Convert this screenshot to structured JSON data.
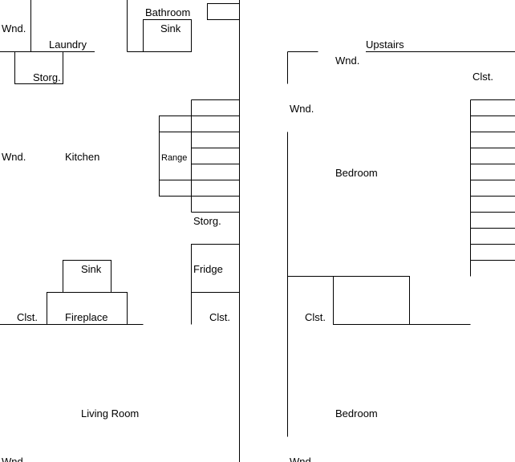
{
  "labels": {
    "bathroom": "Bathroom",
    "bathroom_sink": "Sink",
    "window_top_left": "Wnd.",
    "laundry": "Laundry",
    "storage_laundry": "Storg.",
    "upstairs": "Upstairs",
    "window_upstairs": "Wnd.",
    "closet_upstairs": "Clst.",
    "window_bedroom": "Wnd.",
    "window_kitchen": "Wnd.",
    "kitchen": "Kitchen",
    "range": "Range",
    "bedroom_upper": "Bedroom",
    "storage_kitchen": "Storg.",
    "fireplace_sink": "Sink",
    "fridge": "Fridge",
    "closet_living": "Clst.",
    "fireplace": "Fireplace",
    "closet_fridge": "Clst.",
    "closet_bedroom": "Clst.",
    "living_room": "Living Room",
    "bedroom_lower": "Bedroom",
    "window_living_bottom": "Wnd.",
    "window_bedroom_bottom": "Wnd."
  },
  "colors": {
    "ink": "#000000",
    "background": "#ffffff"
  }
}
